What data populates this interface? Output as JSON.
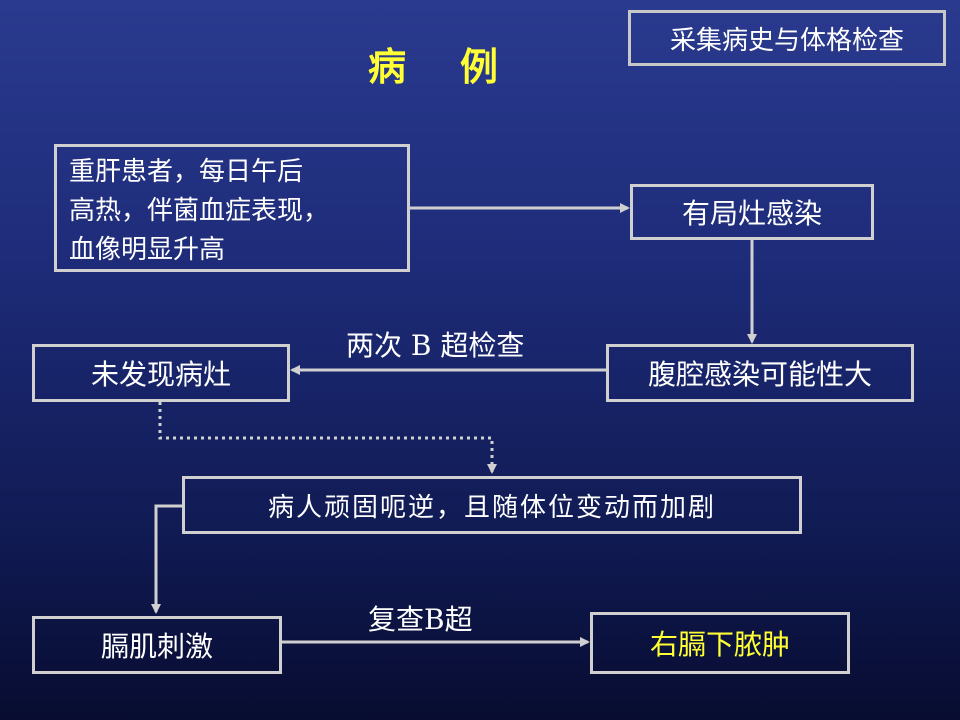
{
  "title": {
    "char1": "病",
    "char2": "例"
  },
  "tag": "采集病史与体格检查",
  "case_box": {
    "lines": [
      "重肝患者，每日午后",
      "高热，伴菌血症表现，",
      "血像明显升高"
    ]
  },
  "boxes": {
    "local_infection": "有局灶感染",
    "abdominal_infection": "腹腔感染可能性大",
    "no_lesion": "未发现病灶",
    "hiccup": "病人顽固呃逆，且随体位变动而加剧",
    "diaphragm": "膈肌刺激",
    "abscess": "右膈下脓肿"
  },
  "labels": {
    "two_b_scans": "两次 B 超检查",
    "recheck_b": "复查B超"
  },
  "colors": {
    "highlight": "#ffff33",
    "line": "#d0d0d0"
  }
}
